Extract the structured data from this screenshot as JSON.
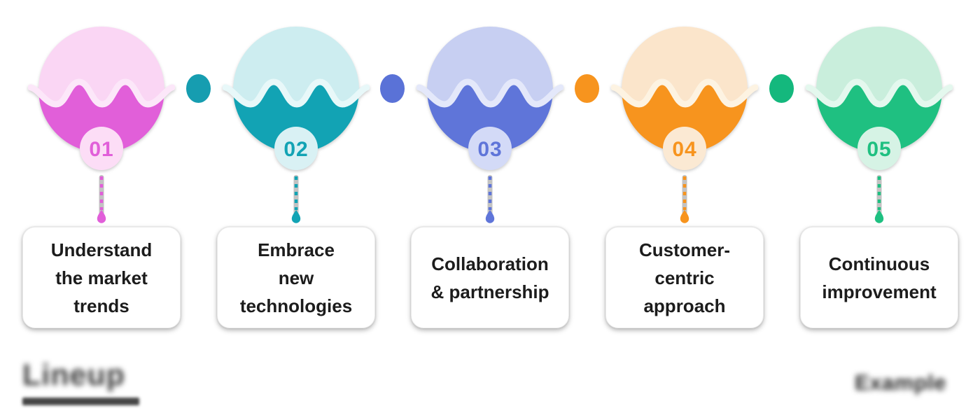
{
  "steps": [
    {
      "number": "01",
      "label_lines": [
        "Understand",
        "the market",
        "trends"
      ],
      "colors": {
        "light": "#FAD6F4",
        "dark": "#E15FD9",
        "wave": "#FCE7F9",
        "badge": "#FCDDF6"
      }
    },
    {
      "number": "02",
      "label_lines": [
        "Embrace",
        "new",
        "technologies"
      ],
      "colors": {
        "light": "#CDEDF0",
        "dark": "#12A3B4",
        "wave": "#E8F8F9",
        "badge": "#D9F1F4"
      }
    },
    {
      "number": "03",
      "label_lines": [
        "Collaboration",
        "& partnership"
      ],
      "colors": {
        "light": "#C7CFF2",
        "dark": "#5F75D9",
        "wave": "#E4E8FA",
        "badge": "#D3DAF7"
      }
    },
    {
      "number": "04",
      "label_lines": [
        "Customer-",
        "centric",
        "approach"
      ],
      "colors": {
        "light": "#FBE5CB",
        "dark": "#F7941E",
        "wave": "#FDF3E2",
        "badge": "#FBE9D3"
      }
    },
    {
      "number": "05",
      "label_lines": [
        "Continuous",
        "improvement"
      ],
      "colors": {
        "light": "#C9EEDC",
        "dark": "#1FC081",
        "wave": "#E4F8EE",
        "badge": "#D6F3E5"
      }
    }
  ],
  "dots": [
    {
      "color": "#169DB0"
    },
    {
      "color": "#5A72D7"
    },
    {
      "color": "#F7941E"
    },
    {
      "color": "#14B87D"
    }
  ],
  "footer": {
    "brand": "Lineup",
    "watermark": "Example"
  }
}
